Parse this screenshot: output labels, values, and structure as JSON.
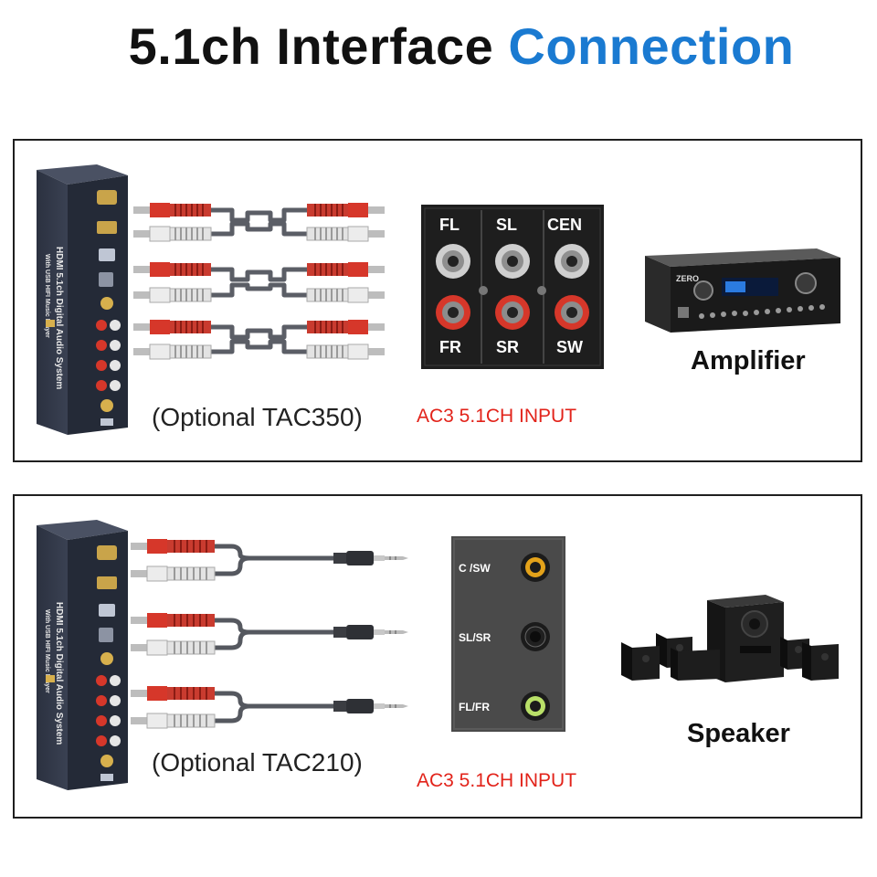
{
  "title": {
    "main": "5.1ch Interface",
    "accent": "Connection"
  },
  "colors": {
    "accent": "#1a7ad1",
    "input_label": "#e2231a",
    "rca_red": "#d6372a",
    "rca_white": "#e6e6e6"
  },
  "panel_top": {
    "device": {
      "name": "HDMI 5.1ch Digital Audio System",
      "subtitle": "With USB HIFI Music Player",
      "icon": "device-box"
    },
    "cable_caption": "(Optional TAC350)",
    "input_caption": "AC3 5.1CH INPUT",
    "jack_labels_top": [
      "FL",
      "SL",
      "CEN"
    ],
    "jack_labels_bottom": [
      "FR",
      "SR",
      "SW"
    ],
    "amplifier": {
      "label": "Amplifier",
      "brand": "ZERO"
    }
  },
  "panel_bottom": {
    "device": {
      "name": "HDMI 5.1ch Digital Audio System",
      "subtitle": "With USB HIFI Music Player",
      "icon": "device-box"
    },
    "cable_caption": "(Optional TAC210)",
    "input_caption": "AC3 5.1CH INPUT",
    "jack_labels": [
      "C /SW",
      "SL/SR",
      "FL/FR"
    ],
    "speaker": {
      "label": "Speaker"
    }
  }
}
